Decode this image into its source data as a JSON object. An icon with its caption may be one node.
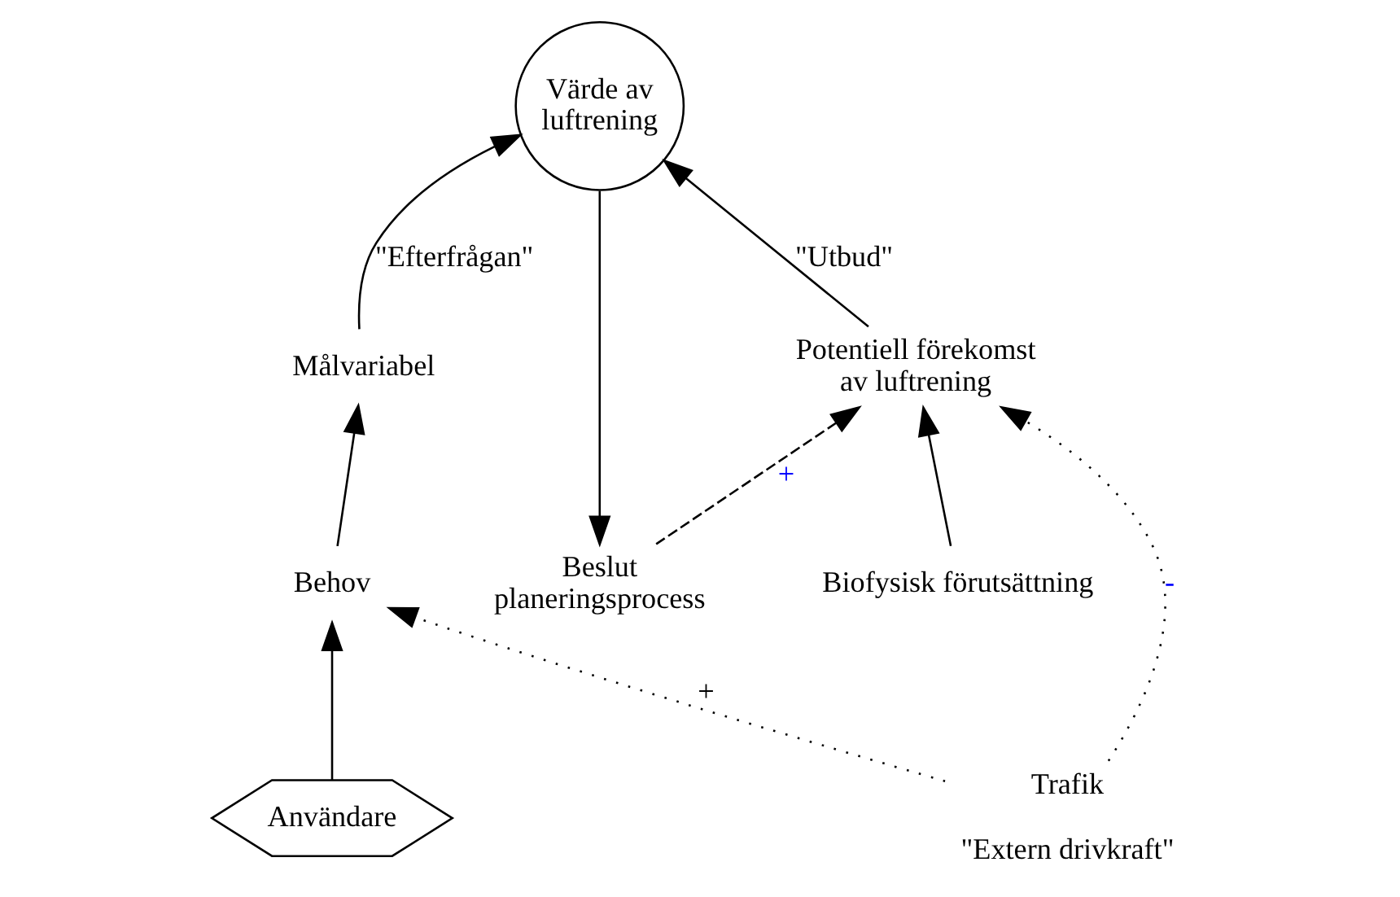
{
  "diagram": {
    "nodes": [
      {
        "text": [
          "Beslut planeringsprocess"
        ]
      },
      {
        "text": [
          "Värde av luftrening"
        ]
      },
      {
        "text": [
          "Målvariabel"
        ]
      },
      {
        "text": [
          "Behov"
        ]
      },
      {
        "text": [
          "Användare"
        ]
      },
      {
        "text": [
          "Potentiell förekomst av luftrening"
        ]
      },
      {
        "text": [
          "Trafik"
        ],
        "beside": [
          "\"Extern drivkraft\""
        ]
      },
      {
        "text": [
          "Biofysisk förutsättning"
        ]
      }
    ],
    "edges": [
      {
        "from": 1,
        "to": 0,
        "arrow": "to"
      },
      {
        "from": 0,
        "to": 5,
        "arrow": "to",
        "style": "dashed",
        "label": "+"
      },
      {
        "from": 2,
        "to": 1,
        "arrow": "to",
        "label": "\"Efterfrågan\""
      },
      {
        "from": 3,
        "to": 2,
        "arrow": "to"
      },
      {
        "from": 4,
        "to": 3,
        "arrow": "to"
      },
      {
        "from": 6,
        "to": 3,
        "arrow": "to",
        "style": "dashed",
        "label": "+"
      },
      {
        "from": 6,
        "to": 5,
        "arrow": "to",
        "style": "dashed",
        "label": "-"
      },
      {
        "from": 5,
        "to": 1,
        "arrow": "to",
        "label": "\"Utbud\""
      },
      {
        "from": 7,
        "to": 5,
        "arrow": "to"
      }
    ]
  }
}
